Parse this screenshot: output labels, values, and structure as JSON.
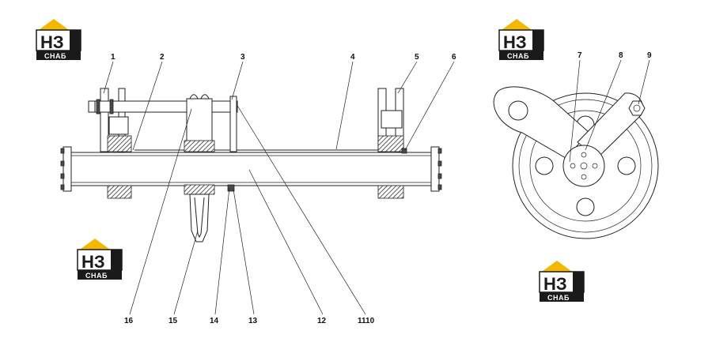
{
  "watermark": {
    "emblem": "НЗ",
    "caption": "СНАБ",
    "colors": {
      "roof": "#f5b800",
      "box": "#1a1a1a",
      "emblem_fill": "#ffffff"
    }
  },
  "callouts": [
    {
      "id": "c1",
      "text": "1"
    },
    {
      "id": "c2",
      "text": "2"
    },
    {
      "id": "c3",
      "text": "3"
    },
    {
      "id": "c4",
      "text": "4"
    },
    {
      "id": "c5",
      "text": "5"
    },
    {
      "id": "c6",
      "text": "6"
    },
    {
      "id": "c7",
      "text": "7"
    },
    {
      "id": "c8",
      "text": "8"
    },
    {
      "id": "c9",
      "text": "9"
    },
    {
      "id": "c16",
      "text": "16"
    },
    {
      "id": "c15",
      "text": "15"
    },
    {
      "id": "c14",
      "text": "14"
    },
    {
      "id": "c13",
      "text": "13"
    },
    {
      "id": "c12",
      "text": "12"
    },
    {
      "id": "c1110",
      "text": "1110"
    }
  ]
}
